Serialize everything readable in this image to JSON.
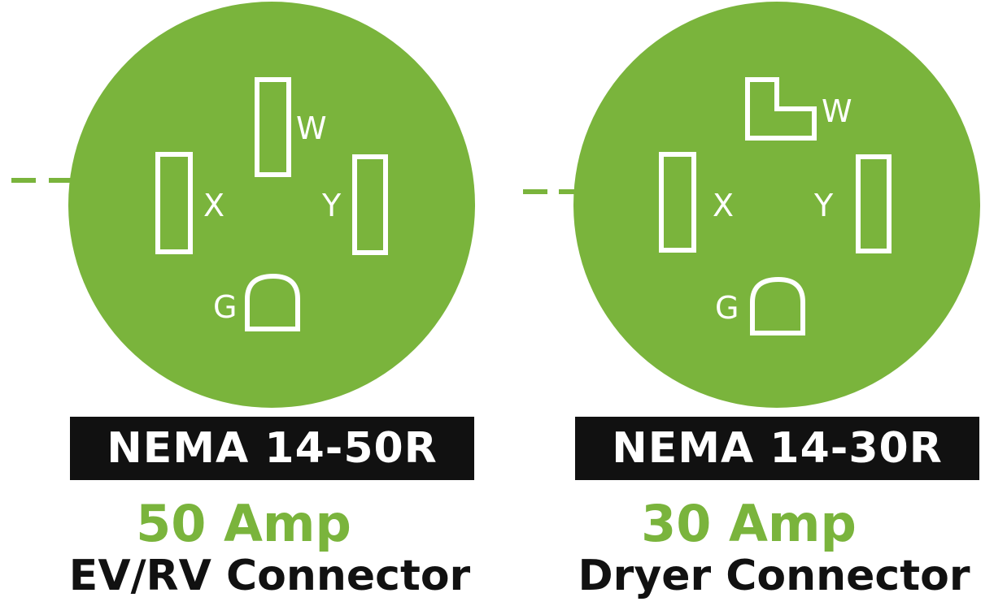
{
  "colors": {
    "accent_green": "#7ab43c",
    "bar_black": "#111111",
    "slot_white": "#ffffff"
  },
  "receptacles": [
    {
      "name": "NEMA 14-50R",
      "amperage": "50 Amp",
      "usage": "EV/RV Connector",
      "pins": {
        "w": "W",
        "x": "X",
        "y": "Y",
        "g": "G"
      }
    },
    {
      "name": "NEMA 14-30R",
      "amperage": "30 Amp",
      "usage": "Dryer Connector",
      "pins": {
        "w": "W",
        "x": "X",
        "y": "Y",
        "g": "G"
      }
    }
  ]
}
